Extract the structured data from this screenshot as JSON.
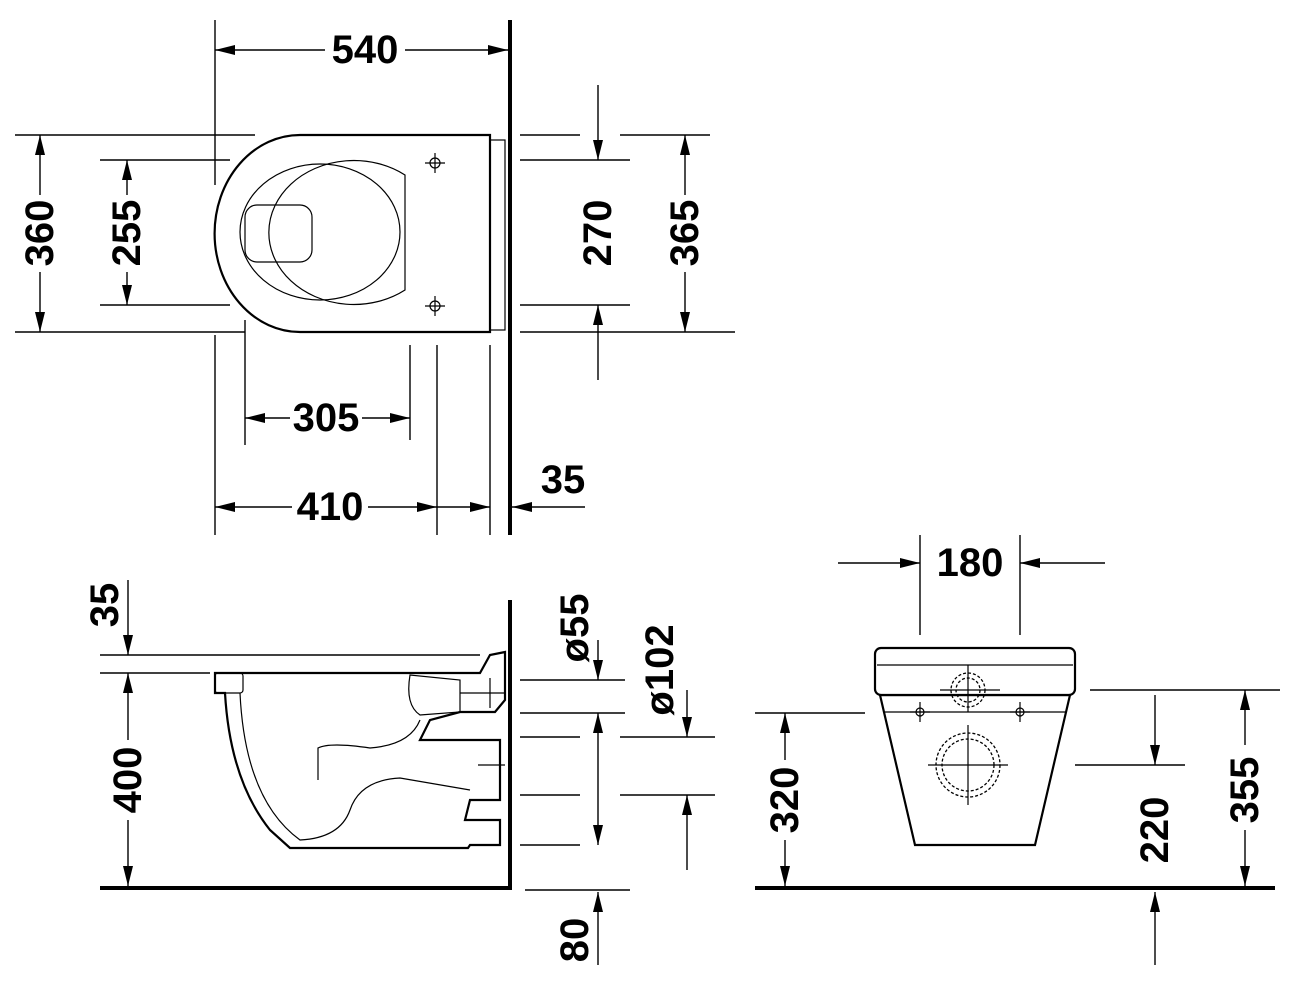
{
  "top_view": {
    "overall_length": "540",
    "overall_width": "360",
    "seat_hole_spacing": "255",
    "fixing_spacing": "270",
    "flange_width": "365",
    "seat_bolt_to_front": "305",
    "fixing_to_front": "410",
    "flange_depth": "35"
  },
  "side_view": {
    "rim_thickness": "35",
    "rim_height": "400",
    "inlet_diameter": "ø55",
    "outlet_diameter": "ø102",
    "outlet_height": "80"
  },
  "front_view": {
    "fixing_width": "180",
    "fixing_height": "320",
    "outlet_height": "220",
    "inlet_height": "355"
  }
}
